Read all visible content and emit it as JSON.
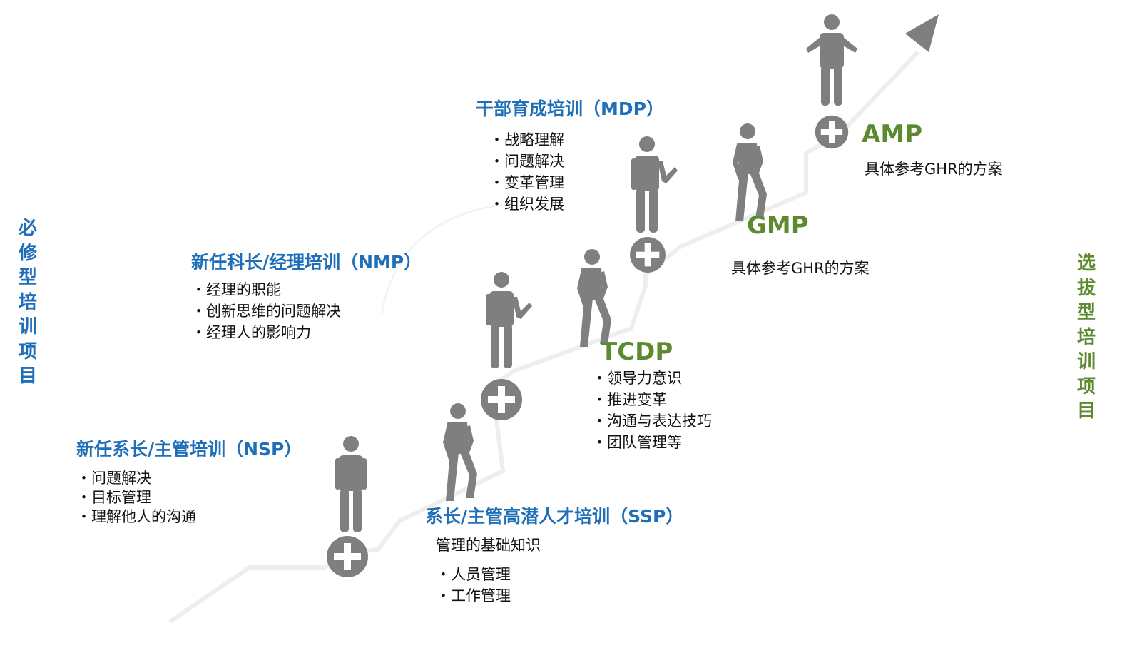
{
  "colors": {
    "blue": "#1f6fb8",
    "green": "#5b8a2f",
    "figure_gray": "#7f7f7f",
    "path_gray": "#eeeeee"
  },
  "left_side_label": [
    "必",
    "修",
    "型",
    "培",
    "训",
    "项",
    "目"
  ],
  "right_side_label": [
    "选",
    "拔",
    "型",
    "培",
    "训",
    "项",
    "目"
  ],
  "nsp": {
    "title": "新任系长/主管培训（NSP）",
    "items": [
      "・问题解决",
      "・目标管理",
      "・理解他人的沟通"
    ]
  },
  "nmp": {
    "title": "新任科长/经理培训（NMP）",
    "items": [
      "・经理的职能",
      "・创新思维的问题解决",
      "・经理人的影响力"
    ]
  },
  "mdp": {
    "title": "干部育成培训（MDP）",
    "items": [
      "・战略理解",
      "・问题解决",
      "・变革管理",
      "・组织发展"
    ]
  },
  "ssp": {
    "title": "系长/主管高潜人才培训（SSP）",
    "intro": "管理的基础知识",
    "items": [
      "・人员管理",
      "・工作管理"
    ]
  },
  "tcdp": {
    "title": "TCDP",
    "items": [
      "・领导力意识",
      "・推进变革",
      "・沟通与表达技巧",
      "・团队管理等"
    ]
  },
  "gmp": {
    "title": "GMP",
    "desc": "具体参考GHR的方案"
  },
  "amp": {
    "title": "AMP",
    "desc": "具体参考GHR的方案"
  },
  "icons": {
    "plus": "plus-circle-icon",
    "standing": "standing-person-icon",
    "pointing": "pointing-person-icon",
    "walking": "walking-person-icon",
    "arrow": "arrow-head-icon"
  }
}
